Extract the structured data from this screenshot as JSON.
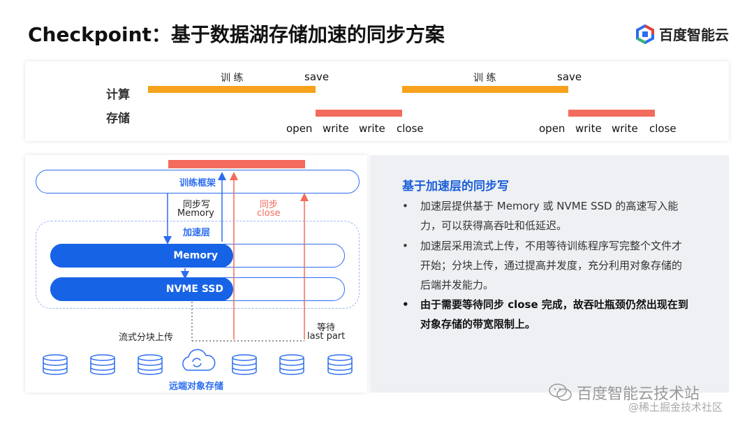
{
  "title": "Checkpoint：基于数据湖存储加速的同步方案",
  "logo": {
    "text": "百度智能云",
    "icon": "baidu-cloud-logo-icon",
    "colors": [
      "#2b6df0",
      "#e8403a",
      "#3cb371"
    ]
  },
  "timeline": {
    "row_labels": {
      "compute": "计算",
      "storage": "存储"
    },
    "phase1": {
      "train_label": "训 练",
      "save_label": "save",
      "events": [
        "open",
        "write",
        "write",
        "close"
      ]
    },
    "phase2": {
      "train_label": "训 练",
      "save_label": "save",
      "events": [
        "open",
        "write",
        "write",
        "close"
      ]
    },
    "colors": {
      "compute": "#f6a21d",
      "storage": "#f36b5c"
    }
  },
  "diagram": {
    "framework": "训练框架",
    "sync_write": "同步写",
    "memory_label": "Memory",
    "sync_close_line1": "同步",
    "sync_close_line2": "close",
    "accel_layer": "加速层",
    "memory_pill": "Memory",
    "nvme_pill": "NVME SSD",
    "stream_upload": "流式分块上传",
    "wait_line1": "等待",
    "wait_line2": "last part",
    "remote_storage": "远端对象存储",
    "disk_icon": "database-icon",
    "cloud_icon": "cloud-sync-icon"
  },
  "panel": {
    "heading": "基于加速层的同步写",
    "bullets": [
      {
        "lines": [
          "加速层提供基于 Memory 或 NVME SSD 的高速写入能",
          "力，可以获得高吞吐和低延迟。"
        ],
        "bold": false
      },
      {
        "lines": [
          "加速层采用流式上传，不用等待训练程序写完整个文件才",
          "开始；分块上传，通过提高并发度，充分利用对象存储的",
          "后端并发能力。"
        ],
        "bold": false
      },
      {
        "lines": [
          "由于需要等待同步 close 完成，故吞吐瓶颈仍然出现在到",
          "对象存储的带宽限制上。"
        ],
        "bold": true
      }
    ],
    "bullet_mark": "•"
  },
  "watermark": {
    "main": "百度智能云技术站",
    "sub": "@稀土掘金技术社区",
    "icon": "wechat-icon"
  }
}
